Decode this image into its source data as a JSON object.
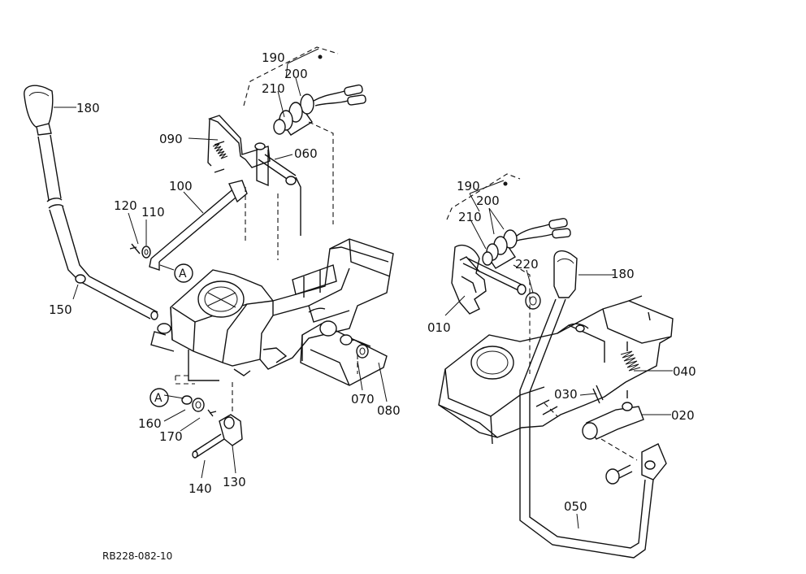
{
  "diagram": {
    "part_labels_left": {
      "p190": "190",
      "p200": "200",
      "p210": "210",
      "p180": "180",
      "p090": "090",
      "p060": "060",
      "p100": "100",
      "p120": "120",
      "p110": "110",
      "p150": "150",
      "p160": "160",
      "p170": "170",
      "p140": "140",
      "p130": "130",
      "p070": "070",
      "p080": "080"
    },
    "part_labels_right": {
      "p190": "190",
      "p200": "200",
      "p210": "210",
      "p220": "220",
      "p180": "180",
      "p010": "010",
      "p040": "040",
      "p030": "030",
      "p020": "020",
      "p050": "050"
    },
    "callouts": {
      "a_top": "A",
      "a_bottom": "A"
    },
    "reference_code": "RB228-082-10"
  }
}
